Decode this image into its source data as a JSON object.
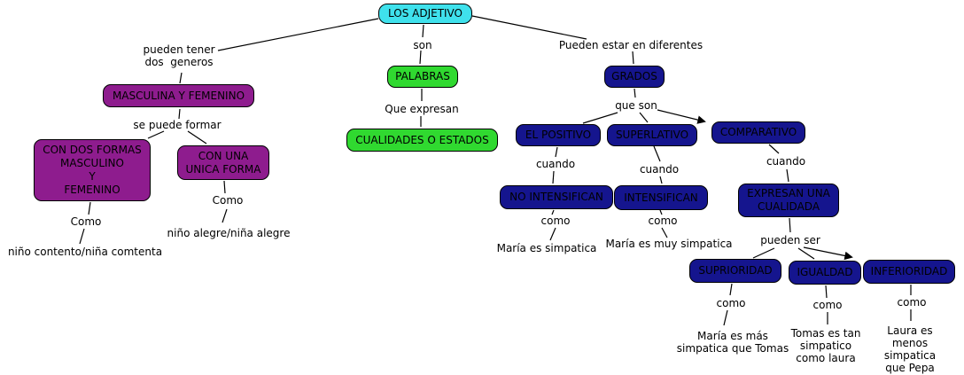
{
  "title": "LOS ADJETIVO",
  "colors": {
    "cyan": "#3FE1EC",
    "green": "#30D930",
    "purple": "#8E1C8E",
    "navy": "#15158E",
    "line": "#000000",
    "background": "#FFFFFF"
  },
  "nodes": {
    "root": "LOS ADJETIVO",
    "palabras": "PALABRAS",
    "cualidades": "CUALIDADES O ESTADOS",
    "masculina": "MASCULINA Y FEMENINO",
    "con_dos": "CON DOS FORMAS\nMASCULINO\nY\nFEMENINO",
    "con_una": "CON UNA\nUNICA FORMA",
    "grados": "GRADOS",
    "positivo": "EL POSITIVO",
    "superlativo": "SUPERLATIVO",
    "comparativo": "COMPARATIVO",
    "no_intensifican": "NO INTENSIFICAN",
    "intensifican": "INTENSIFICAN",
    "expresan": "EXPRESAN UNA\nCUALIDADA",
    "suprioridad": "SUPRIORIDAD",
    "igualdad": "IGUALDAD",
    "inferioridad": "INFERIORIDAD"
  },
  "links": {
    "pueden_tener": "pueden tener\ndos  generos",
    "son": "son",
    "pueden_estar": "Pueden estar en diferentes",
    "que_expresan": "Que expresan",
    "se_puede_formar": "se puede formar",
    "como_izq": "Como",
    "como_der": "Como",
    "que_son": "que son",
    "cuando_1": "cuando",
    "cuando_2": "cuando",
    "cuando_3": "cuando",
    "como_1": "como",
    "como_2": "como",
    "pueden_ser": "pueden ser",
    "como_3": "como",
    "como_4": "como",
    "como_5": "como"
  },
  "examples": {
    "nino_contento": "niño contento/niña comtenta",
    "nino_alegre": "niño alegre/niña alegre",
    "maria_simpatica": "María es simpatica",
    "maria_muy": "María es muy simpatica",
    "maria_mas": "María es más\nsimpatica que Tomas",
    "tomas_tan": "Tomas es tan\nsimpatico\ncomo laura",
    "laura_menos": "Laura es menos\nsimpatica\nque Pepa"
  }
}
